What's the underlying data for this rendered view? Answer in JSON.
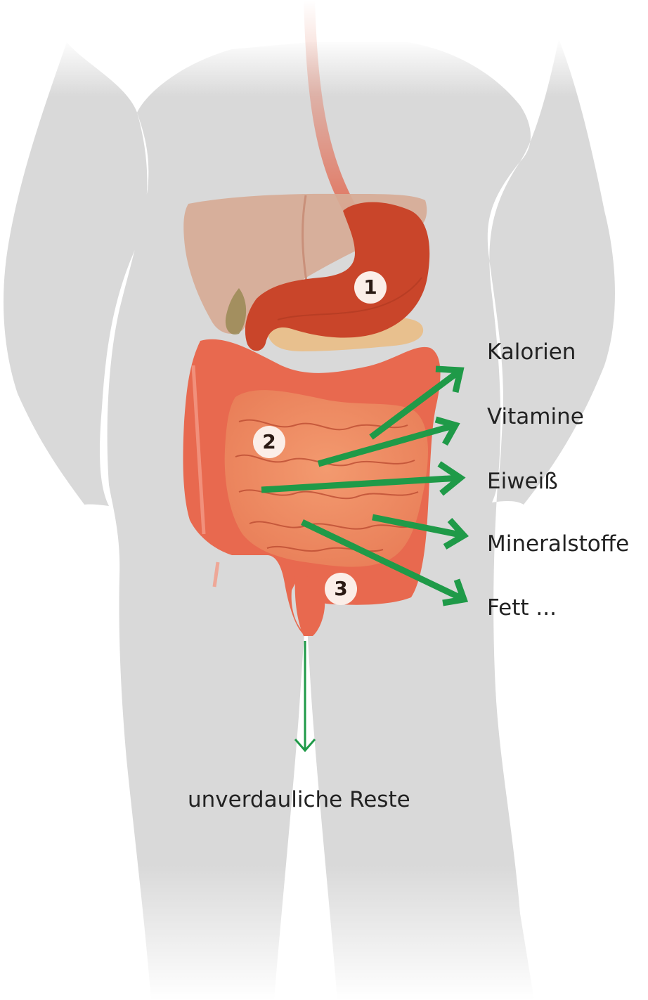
{
  "markers": [
    {
      "id": "1"
    },
    {
      "id": "2"
    },
    {
      "id": "3"
    }
  ],
  "nutrients": [
    {
      "label": "Kalorien"
    },
    {
      "label": "Vitamine"
    },
    {
      "label": "Eiweiß"
    },
    {
      "label": "Mineralstoffe"
    },
    {
      "label": "Fett ..."
    }
  ],
  "waste_label": "unverdauliche Reste",
  "colors": {
    "body": "#d9d9d9",
    "liver": "#d7ab96",
    "stomach": "#c9452a",
    "esophagus": "#e58a73",
    "pancreas": "#e8c08e",
    "colon": "#e8694f",
    "small_intestine": "#ef8c65",
    "intestine_line": "#b9482f",
    "arrow": "#1f9a48",
    "marker_fill": "#fbeee8",
    "text": "#222222"
  }
}
